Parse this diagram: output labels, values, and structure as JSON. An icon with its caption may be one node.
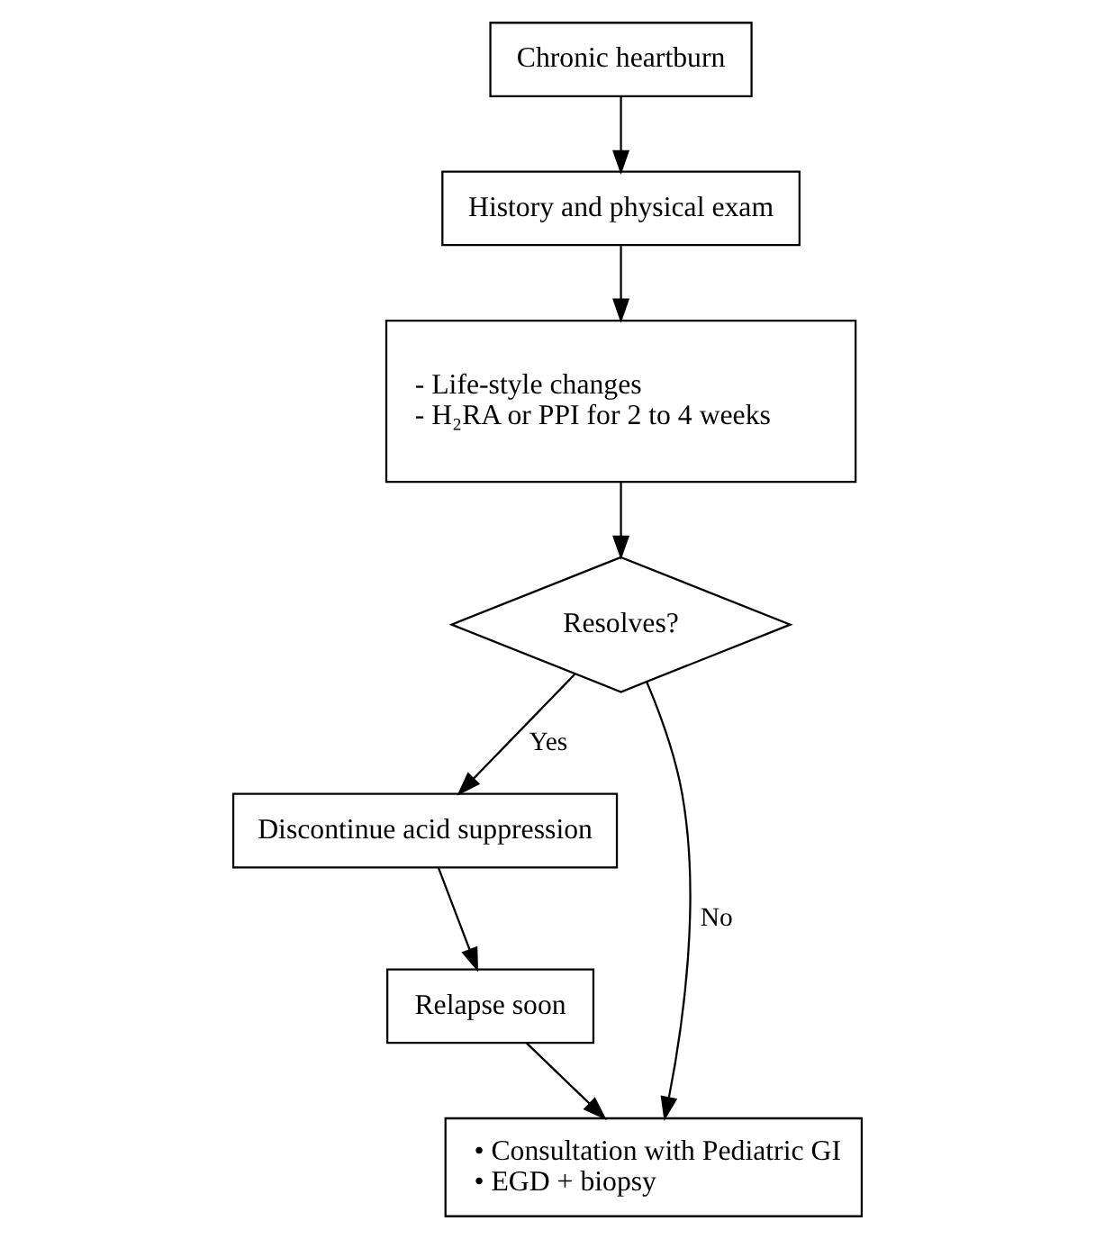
{
  "diagram": {
    "nodes": [
      {
        "text": [
          "Chronic heartburn"
        ]
      },
      {
        "text": [
          "History and physical exam"
        ]
      },
      {
        "text": [
          "- Life-style changes",
          "- H₂RA or PPI for 2 to 4 weeks"
        ]
      },
      {
        "text": [
          "Resolves?"
        ]
      },
      {
        "text": [
          "Discontinue acid suppression"
        ]
      },
      {
        "text": [
          "• Consultation with Pediatric GI",
          "• EGD + biopsy"
        ]
      },
      {
        "text": [
          "Relapse soon"
        ]
      }
    ],
    "edges": [
      {
        "from": 0,
        "to": 1,
        "arrow": "to"
      },
      {
        "from": 1,
        "to": 2,
        "arrow": "to"
      },
      {
        "from": 2,
        "to": 3,
        "arrow": "to"
      },
      {
        "from": 3,
        "to": 4,
        "arrow": "to",
        "label": "Yes"
      },
      {
        "from": 3,
        "to": 5,
        "arrow": "to",
        "label": "No"
      },
      {
        "from": 4,
        "to": 6,
        "arrow": "to"
      },
      {
        "from": 6,
        "to": 5,
        "arrow": "to"
      }
    ]
  }
}
